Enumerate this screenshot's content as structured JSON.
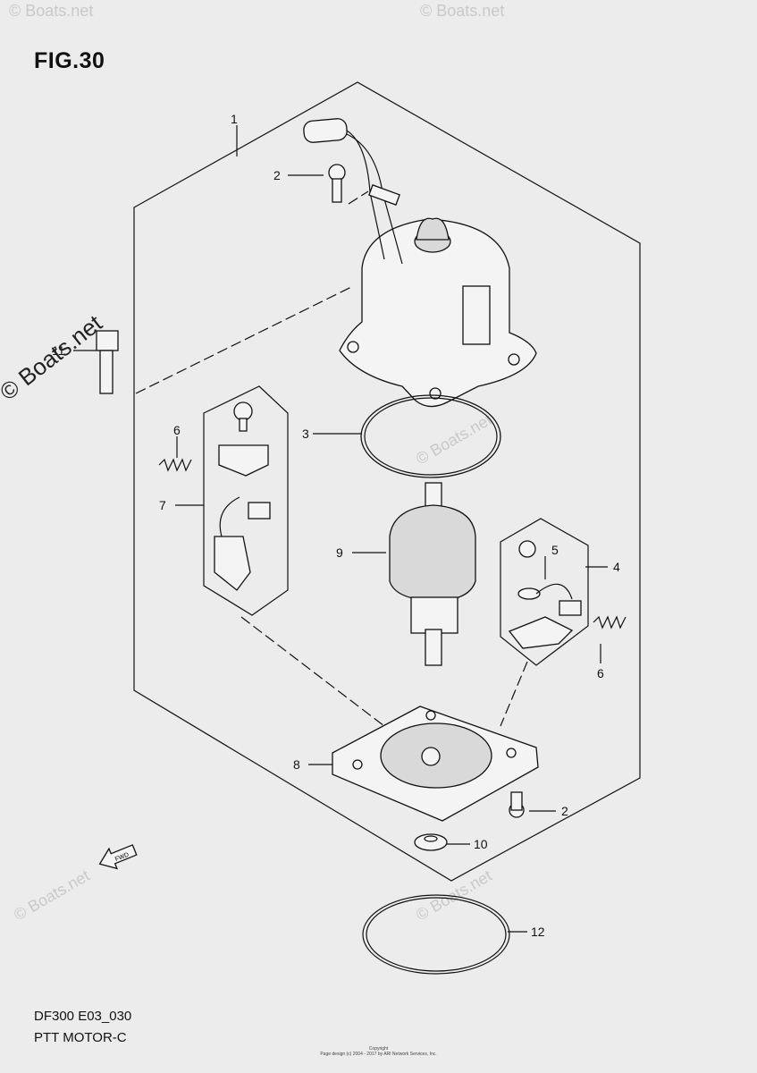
{
  "figure": {
    "title": "FIG.30",
    "model_code": "DF300 E03_030",
    "part_name": "PTT MOTOR-C"
  },
  "watermark": {
    "main": "© Boats.net",
    "faint": "© Boats.net"
  },
  "copyright": {
    "line1": "Copyright",
    "line2": "Page design (c) 2004 - 2017 by ARI Network Services, Inc."
  },
  "callouts": [
    {
      "id": "1",
      "label": "1"
    },
    {
      "id": "2a",
      "label": "2"
    },
    {
      "id": "2b",
      "label": "2"
    },
    {
      "id": "3",
      "label": "3"
    },
    {
      "id": "4",
      "label": "4"
    },
    {
      "id": "5",
      "label": "5"
    },
    {
      "id": "6a",
      "label": "6"
    },
    {
      "id": "6b",
      "label": "6"
    },
    {
      "id": "7",
      "label": "7"
    },
    {
      "id": "8",
      "label": "8"
    },
    {
      "id": "9",
      "label": "9"
    },
    {
      "id": "10",
      "label": "10"
    },
    {
      "id": "11",
      "label": "11"
    },
    {
      "id": "12",
      "label": "12"
    }
  ],
  "fwd_label": "FWD"
}
